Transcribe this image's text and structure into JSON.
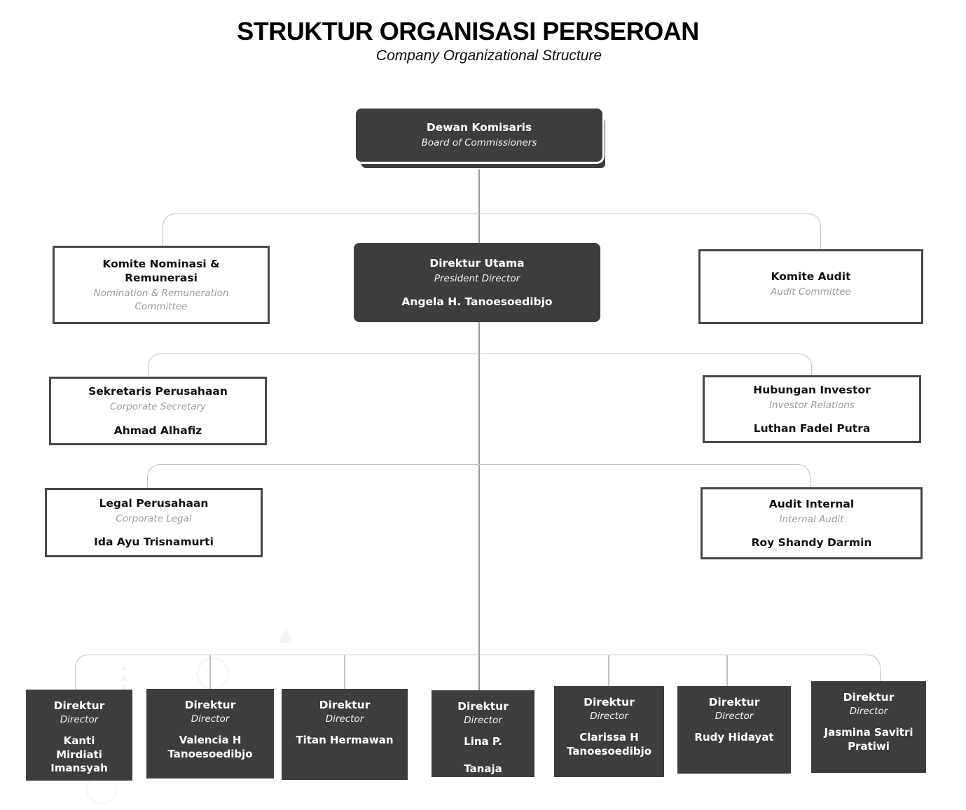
{
  "page": {
    "title": "STRUKTUR ORGANISASI PERSEROAN",
    "subtitle": "Company Organizational Structure"
  },
  "colors": {
    "box_dark": "#3d3d3d",
    "box_light_border": "#484848",
    "connector_line": "#c2c2c2",
    "center_line": "#9a9a9a",
    "subtitle_gray": "#9c9c9c"
  },
  "nodes": {
    "dewan_komisaris": {
      "title": "Dewan Komisaris",
      "subtitle": "Board of Commissioners"
    },
    "direktur_utama": {
      "title": "Direktur Utama",
      "subtitle": "President Director",
      "name": "Angela H. Tanoesoedibjo"
    },
    "komite_nominasi": {
      "title": "Komite Nominasi &\nRemunerasi",
      "subtitle": "Nomination  & Remuneration\nCommittee"
    },
    "komite_audit": {
      "title": "Komite Audit",
      "subtitle": "Audit Committee"
    },
    "sekretaris_perusahaan": {
      "title": "Sekretaris Perusahaan",
      "subtitle": "Corporate Secretary",
      "name": "Ahmad Alhafiz"
    },
    "hubungan_investor": {
      "title": "Hubungan Investor",
      "subtitle": "Investor Relations",
      "name": "Luthan Fadel Putra"
    },
    "legal_perusahaan": {
      "title": "Legal Perusahaan",
      "subtitle": "Corporate Legal",
      "name": "Ida Ayu Trisnamurti"
    },
    "audit_internal": {
      "title": "Audit Internal",
      "subtitle": "Internal Audit",
      "name": "Roy Shandy Darmin"
    }
  },
  "directors": [
    {
      "title": "Direktur",
      "subtitle": "Director",
      "name": "Kanti\nMirdiati\nImansyah"
    },
    {
      "title": "Direktur",
      "subtitle": "Director",
      "name": "Valencia H\nTanoesoedibjo"
    },
    {
      "title": "Direktur",
      "subtitle": "Director",
      "name": "Titan Hermawan"
    },
    {
      "title": "Direktur",
      "subtitle": "Director",
      "name": "Lina P.\n\nTanaja"
    },
    {
      "title": "Direktur",
      "subtitle": "Director",
      "name": "Clarissa H\nTanoesoedibjo"
    },
    {
      "title": "Direktur",
      "subtitle": "Director",
      "name": "Rudy Hidayat"
    },
    {
      "title": "Direktur",
      "subtitle": "Director",
      "name": "Jasmina Savitri\nPratiwi"
    }
  ],
  "watermarks": {
    "arrow_glyph": "▲",
    "triangles_glyph": "▲\n▲\n▲"
  }
}
